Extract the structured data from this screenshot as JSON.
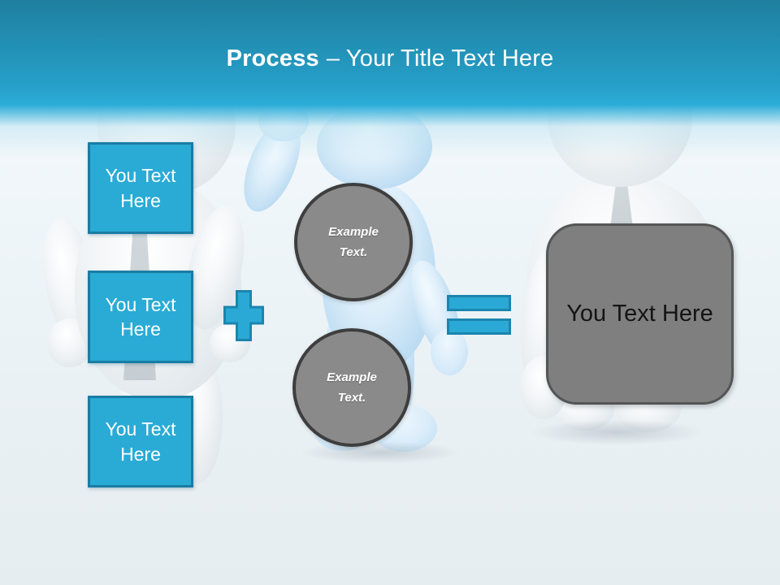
{
  "slide": {
    "title": {
      "bold": "Process",
      "regular": "– Your Title Text Here"
    }
  },
  "input_boxes": [
    {
      "label": "You Text\nHere"
    },
    {
      "label": "You Text\nHere"
    },
    {
      "label": "You Text\nHere"
    }
  ],
  "example_circles": [
    {
      "label": "Example\nText."
    },
    {
      "label": "Example\nText."
    }
  ],
  "result_box": {
    "label": "You Text Here"
  },
  "operators": {
    "plus": "plus-icon",
    "equals": "equals-icon"
  },
  "colors": {
    "header_top": "#1f7f9f",
    "header_bottom": "#2bacd8",
    "accent_fill": "#29abd6",
    "accent_border": "#1a7ca3",
    "circle_fill": "#8a8a8a",
    "circle_border": "#3e3e3e",
    "result_fill": "#7f7f7f",
    "result_border": "#555555",
    "title_color": "#ffffff",
    "background": "#edf4f8"
  }
}
